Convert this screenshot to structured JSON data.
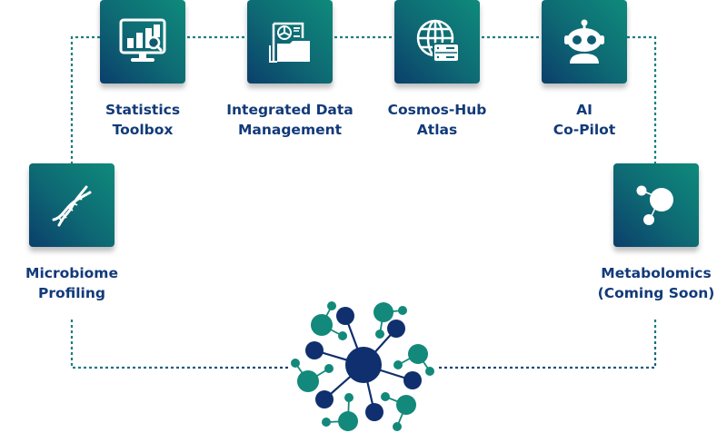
{
  "diagram": {
    "colors": {
      "tile_gradient_start": "#0b3f6b",
      "tile_gradient_end": "#0f8a7b",
      "label_text": "#123a7a",
      "connector_teal": "#1a7f80",
      "connector_navy": "#1f3f7a",
      "network_navy": "#0f2f6e",
      "network_teal": "#12897a"
    },
    "modules": [
      {
        "id": "statistics-toolbox",
        "icon": "monitor-bar-chart-search-icon",
        "label_line1": "Statistics",
        "label_line2": "Toolbox"
      },
      {
        "id": "integrated-data-management",
        "icon": "folder-pie-chart-document-icon",
        "label_line1": "Integrated Data",
        "label_line2": "Management"
      },
      {
        "id": "cosmos-hub-atlas",
        "icon": "globe-server-icon",
        "label_line1": "Cosmos-Hub",
        "label_line2": "Atlas"
      },
      {
        "id": "ai-co-pilot",
        "icon": "robot-head-icon",
        "label_line1": "AI",
        "label_line2": "Co-Pilot"
      },
      {
        "id": "microbiome-profiling",
        "icon": "dna-helix-icon",
        "label_line1": "Microbiome",
        "label_line2": "Profiling"
      },
      {
        "id": "metabolomics",
        "icon": "molecule-icon",
        "label_line1": "Metabolomics",
        "label_line2": "(Coming Soon)"
      }
    ],
    "hub": {
      "icon": "network-hub-icon"
    }
  }
}
